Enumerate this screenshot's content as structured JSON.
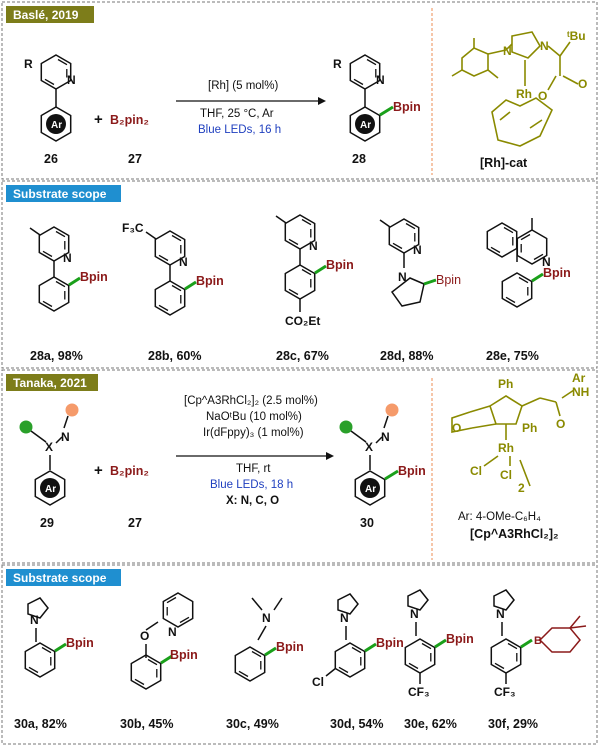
{
  "headers": {
    "basle": "Baslé, 2019",
    "scope1": "Substrate scope",
    "tanaka": "Tanaka, 2021",
    "scope2": "Substrate scope"
  },
  "colors": {
    "olive_header": "#7d7d1a",
    "blue_header": "#1f8fd0",
    "bpin": "#8b1a1a",
    "green_bond": "#1aa01a",
    "orange_dot": "#f59a6a",
    "catalyst": "#8a8a00",
    "divider": "#f0a070"
  },
  "reaction1": {
    "reagent": "B₂pin₂",
    "plus": "+",
    "conditions": [
      "[Rh] (5 mol%)",
      "THF, 25 °C, Ar",
      "Blue LEDs, 16 h"
    ],
    "labels": {
      "substrate": "26",
      "reagent": "27",
      "product": "28",
      "catalyst": "[Rh]-cat"
    },
    "atoms": {
      "R": "R",
      "N": "N",
      "Ar": "Ar",
      "Bpin": "Bpin",
      "Rh": "Rh",
      "O": "O",
      "tBu": "ᵗBu"
    }
  },
  "scope1": [
    {
      "label": "28a, 98%"
    },
    {
      "label": "28b, 60%",
      "sub": "F₃C"
    },
    {
      "label": "28c, 67%",
      "sub": "CO₂Et"
    },
    {
      "label": "28d, 88%"
    },
    {
      "label": "28e, 75%"
    }
  ],
  "reaction2": {
    "reagent": "B₂pin₂",
    "plus": "+",
    "conditions": [
      "[Cp^A3RhCl₂]₂ (2.5 mol%)",
      "NaOᵗBu (10 mol%)",
      "Ir(dFppy)₃ (1 mol%)",
      "THF, rt",
      "Blue LEDs, 18 h",
      "X: N, C, O"
    ],
    "labels": {
      "substrate": "29",
      "reagent": "27",
      "product": "30",
      "catalyst": "[Cp^A3RhCl₂]₂",
      "ar_note": "Ar: 4-OMe-C₆H₄"
    },
    "atoms": {
      "X": "X",
      "N": "N",
      "Ph": "Ph",
      "Ar": "Ar",
      "NH": "NH",
      "O": "O",
      "Rh": "Rh",
      "Cl": "Cl",
      "two": "2"
    }
  },
  "scope2": [
    {
      "label": "30a, 82%"
    },
    {
      "label": "30b, 45%"
    },
    {
      "label": "30c, 49%"
    },
    {
      "label": "30d, 54%",
      "sub": "Cl"
    },
    {
      "label": "30e, 62%",
      "sub": "CF₃"
    },
    {
      "label": "30f, 29%",
      "sub": "CF₃"
    }
  ]
}
